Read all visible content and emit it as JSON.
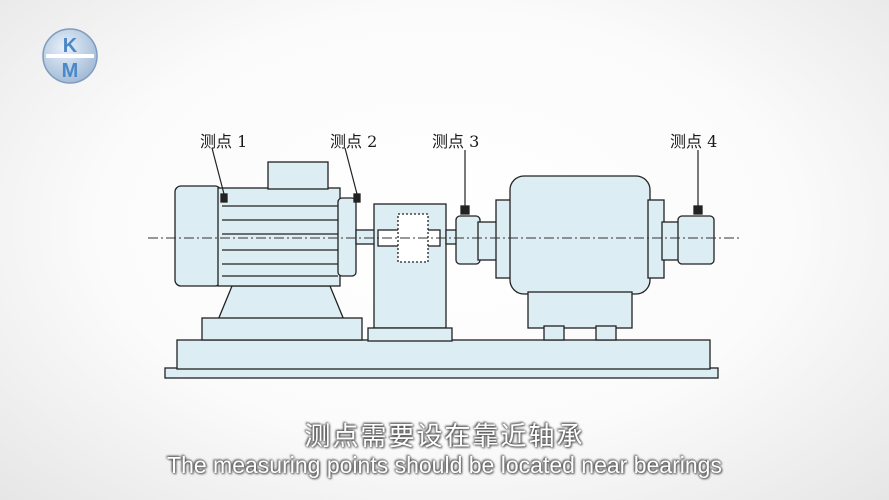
{
  "logo": {
    "top": "K",
    "bottom": "M",
    "color": "#4a88c8"
  },
  "diagram": {
    "labels": [
      "测点 1",
      "测点 2",
      "测点 3",
      "测点 4"
    ],
    "machine_fill": "#dcedf3",
    "stroke": "#222222"
  },
  "subtitles": {
    "cn": "测点需要设在靠近轴承",
    "en": "The measuring points should be located near bearings"
  }
}
